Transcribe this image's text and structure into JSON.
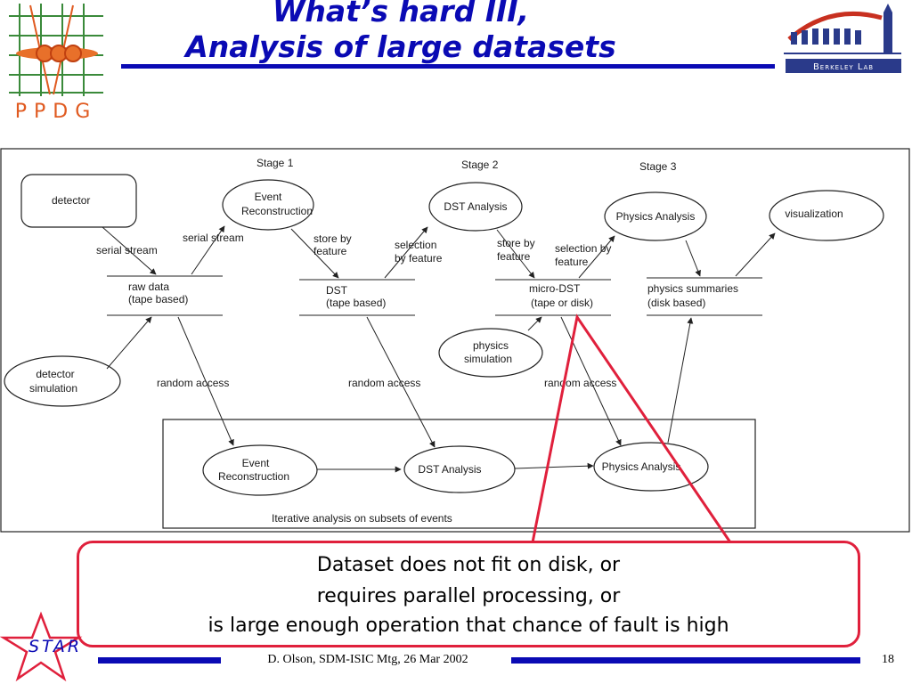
{
  "title": {
    "line1": "What’s hard III,",
    "line2": "Analysis of large datasets"
  },
  "logos": {
    "ppdg_text": "PPDG",
    "berkeley_lab": "Berkeley Lab",
    "star": "STAR"
  },
  "diagram": {
    "stages": [
      "Stage 1",
      "Stage 2",
      "Stage 3"
    ],
    "nodes": {
      "detector": "detector",
      "event_reco_1": "Event",
      "event_reco_2": "Reconstruction",
      "dst_analysis": "DST Analysis",
      "physics_analysis": "Physics Analysis",
      "visualization": "visualization",
      "detector_sim_1": "detector",
      "detector_sim_2": "simulation",
      "physics_sim_1": "physics",
      "physics_sim_2": "simulation",
      "iter_event_1": "Event",
      "iter_event_2": "Reconstruction",
      "iter_dst": "DST Analysis",
      "iter_physics": "Physics Analysis"
    },
    "stores": {
      "raw_1": "raw data",
      "raw_2": "(tape based)",
      "dst_1": "DST",
      "dst_2": "(tape based)",
      "micro_1": "micro-DST",
      "micro_2": "(tape or disk)",
      "summ_1": "physics summaries",
      "summ_2": "(disk based)"
    },
    "edge_labels": {
      "serial_stream_1": "serial stream",
      "serial_stream_2": "serial stream",
      "store_by_1a": "store by",
      "store_by_1b": "feature",
      "selection_1a": "selection",
      "selection_1b": "by feature",
      "store_by_2a": "store by",
      "store_by_2b": "feature",
      "selection_2a": "selection by",
      "selection_2b": "feature",
      "random_access_1": "random access",
      "random_access_2": "random access",
      "random_access_3": "random access"
    },
    "iterative_label": "Iterative analysis on subsets of events"
  },
  "callout": {
    "line1": "Dataset does not fit on disk, or",
    "line2": "requires parallel processing, or",
    "line3": "is large enough operation that chance of fault is high",
    "color": "#e0203c"
  },
  "footer": {
    "text": "D. Olson, SDM-ISIC Mtg, 26 Mar 2002",
    "page_number": "18"
  },
  "colors": {
    "title_blue": "#0a0ab4",
    "callout_red": "#e0203c"
  }
}
